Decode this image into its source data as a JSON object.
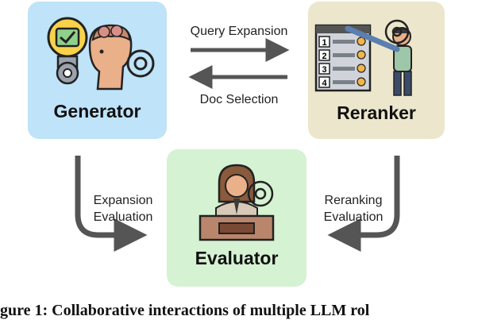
{
  "nodes": {
    "generator": {
      "label": "Generator",
      "color": "#bfe3f8"
    },
    "reranker": {
      "label": "Reranker",
      "color": "#ece6cc"
    },
    "evaluator": {
      "label": "Evaluator",
      "color": "#d5f2d2"
    }
  },
  "edges": {
    "query_expansion": "Query Expansion",
    "doc_selection": "Doc Selection",
    "expansion_evaluation": [
      "Expansion",
      "Evaluation"
    ],
    "reranking_evaluation": [
      "Reranking",
      "Evaluation"
    ]
  },
  "reranker_list_numbers": [
    "1",
    "2",
    "3",
    "4"
  ],
  "caption": "gure 1: Collaborative interactions of multiple LLM rol",
  "colors": {
    "arrow": "#555555"
  }
}
